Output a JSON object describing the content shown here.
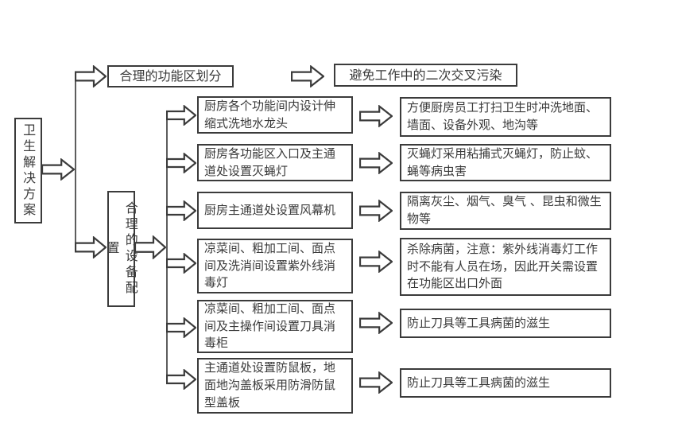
{
  "diagram": {
    "root_label": "卫生解决方案",
    "function_branch": {
      "label": "合理的功能区划分",
      "result": "避免工作中的二次交叉污染"
    },
    "equipment_branch": {
      "label": "合理的设备配置",
      "rows": [
        {
          "measure": "厨房各个功能间内设计伸缩式洗地水龙头",
          "benefit": "方便厨房员工打扫卫生时冲洗地面、墙面、设备外观、地沟等"
        },
        {
          "measure": "厨房各功能区入口及主通道处设置灭蝇灯",
          "benefit": "灭蝇灯采用粘捕式灭蝇灯，防止蚊、蝇等病虫害"
        },
        {
          "measure": "厨房主通道处设置风幕机",
          "benefit": "隔离灰尘、烟气、臭气 、昆虫和微生物等"
        },
        {
          "measure": "凉菜间、粗加工间、面点间及洗消间设置紫外线消毒灯",
          "benefit": "杀除病菌，注意：紫外线消毒灯工作时不能有人员在场，因此开关需设置在功能区出口外面"
        },
        {
          "measure": "凉菜间、粗加工间、面点间及主操作间设置刀具消毒柜",
          "benefit": "防止刀具等工具病菌的滋生"
        },
        {
          "measure": "主通道处设置防鼠板，地面地沟盖板采用防滑防鼠型盖板",
          "benefit": "防止刀具等工具病菌的滋生"
        }
      ]
    },
    "colors": {
      "border": "#3b3b3b",
      "text": "#3a3a3a",
      "connector": "#5d5d5d",
      "background": "#ffffff"
    }
  }
}
